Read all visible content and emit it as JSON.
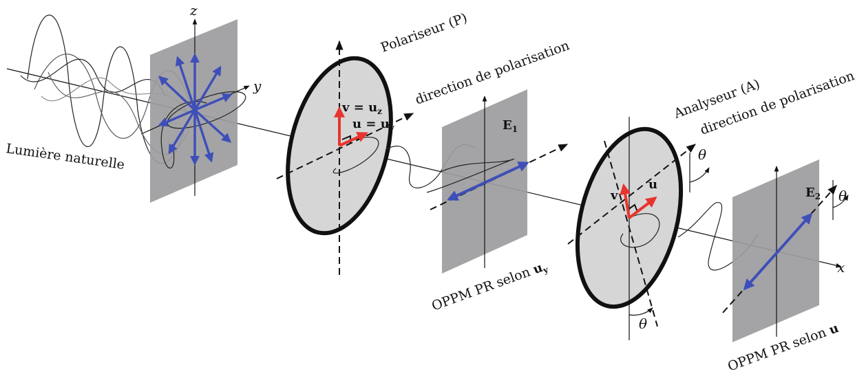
{
  "colors": {
    "plane_fill": "#9c9ca0",
    "disk_fill": "#d6d6d6",
    "blue_arrow": "#3f4fb8",
    "red_arrow": "#e8342e",
    "line": "#111111"
  },
  "axes": {
    "x": "x",
    "y": "y",
    "z": "z"
  },
  "labels": {
    "natural_light": "Lumière naturelle",
    "polariser": "Polariseur (P)",
    "direction_polarisation_1": "direction de polarisation",
    "v_eq_uz": "v = u",
    "v_eq_uz_sub": "z",
    "u_eq_uy": "u = u",
    "u_eq_uy_sub": "y",
    "e1": "E",
    "e1_sub": "1",
    "oppm_uy": "OPPM PR selon ",
    "oppm_uy_vec": "u",
    "oppm_uy_sub": "y",
    "analyser": "Analyseur (A)",
    "direction_polarisation_2": "direction de polarisation",
    "v": "v",
    "u": "u",
    "e2": "E",
    "e2_sub": "2",
    "oppm_u": "OPPM PR selon ",
    "oppm_u_vec": "u",
    "theta": "θ"
  }
}
